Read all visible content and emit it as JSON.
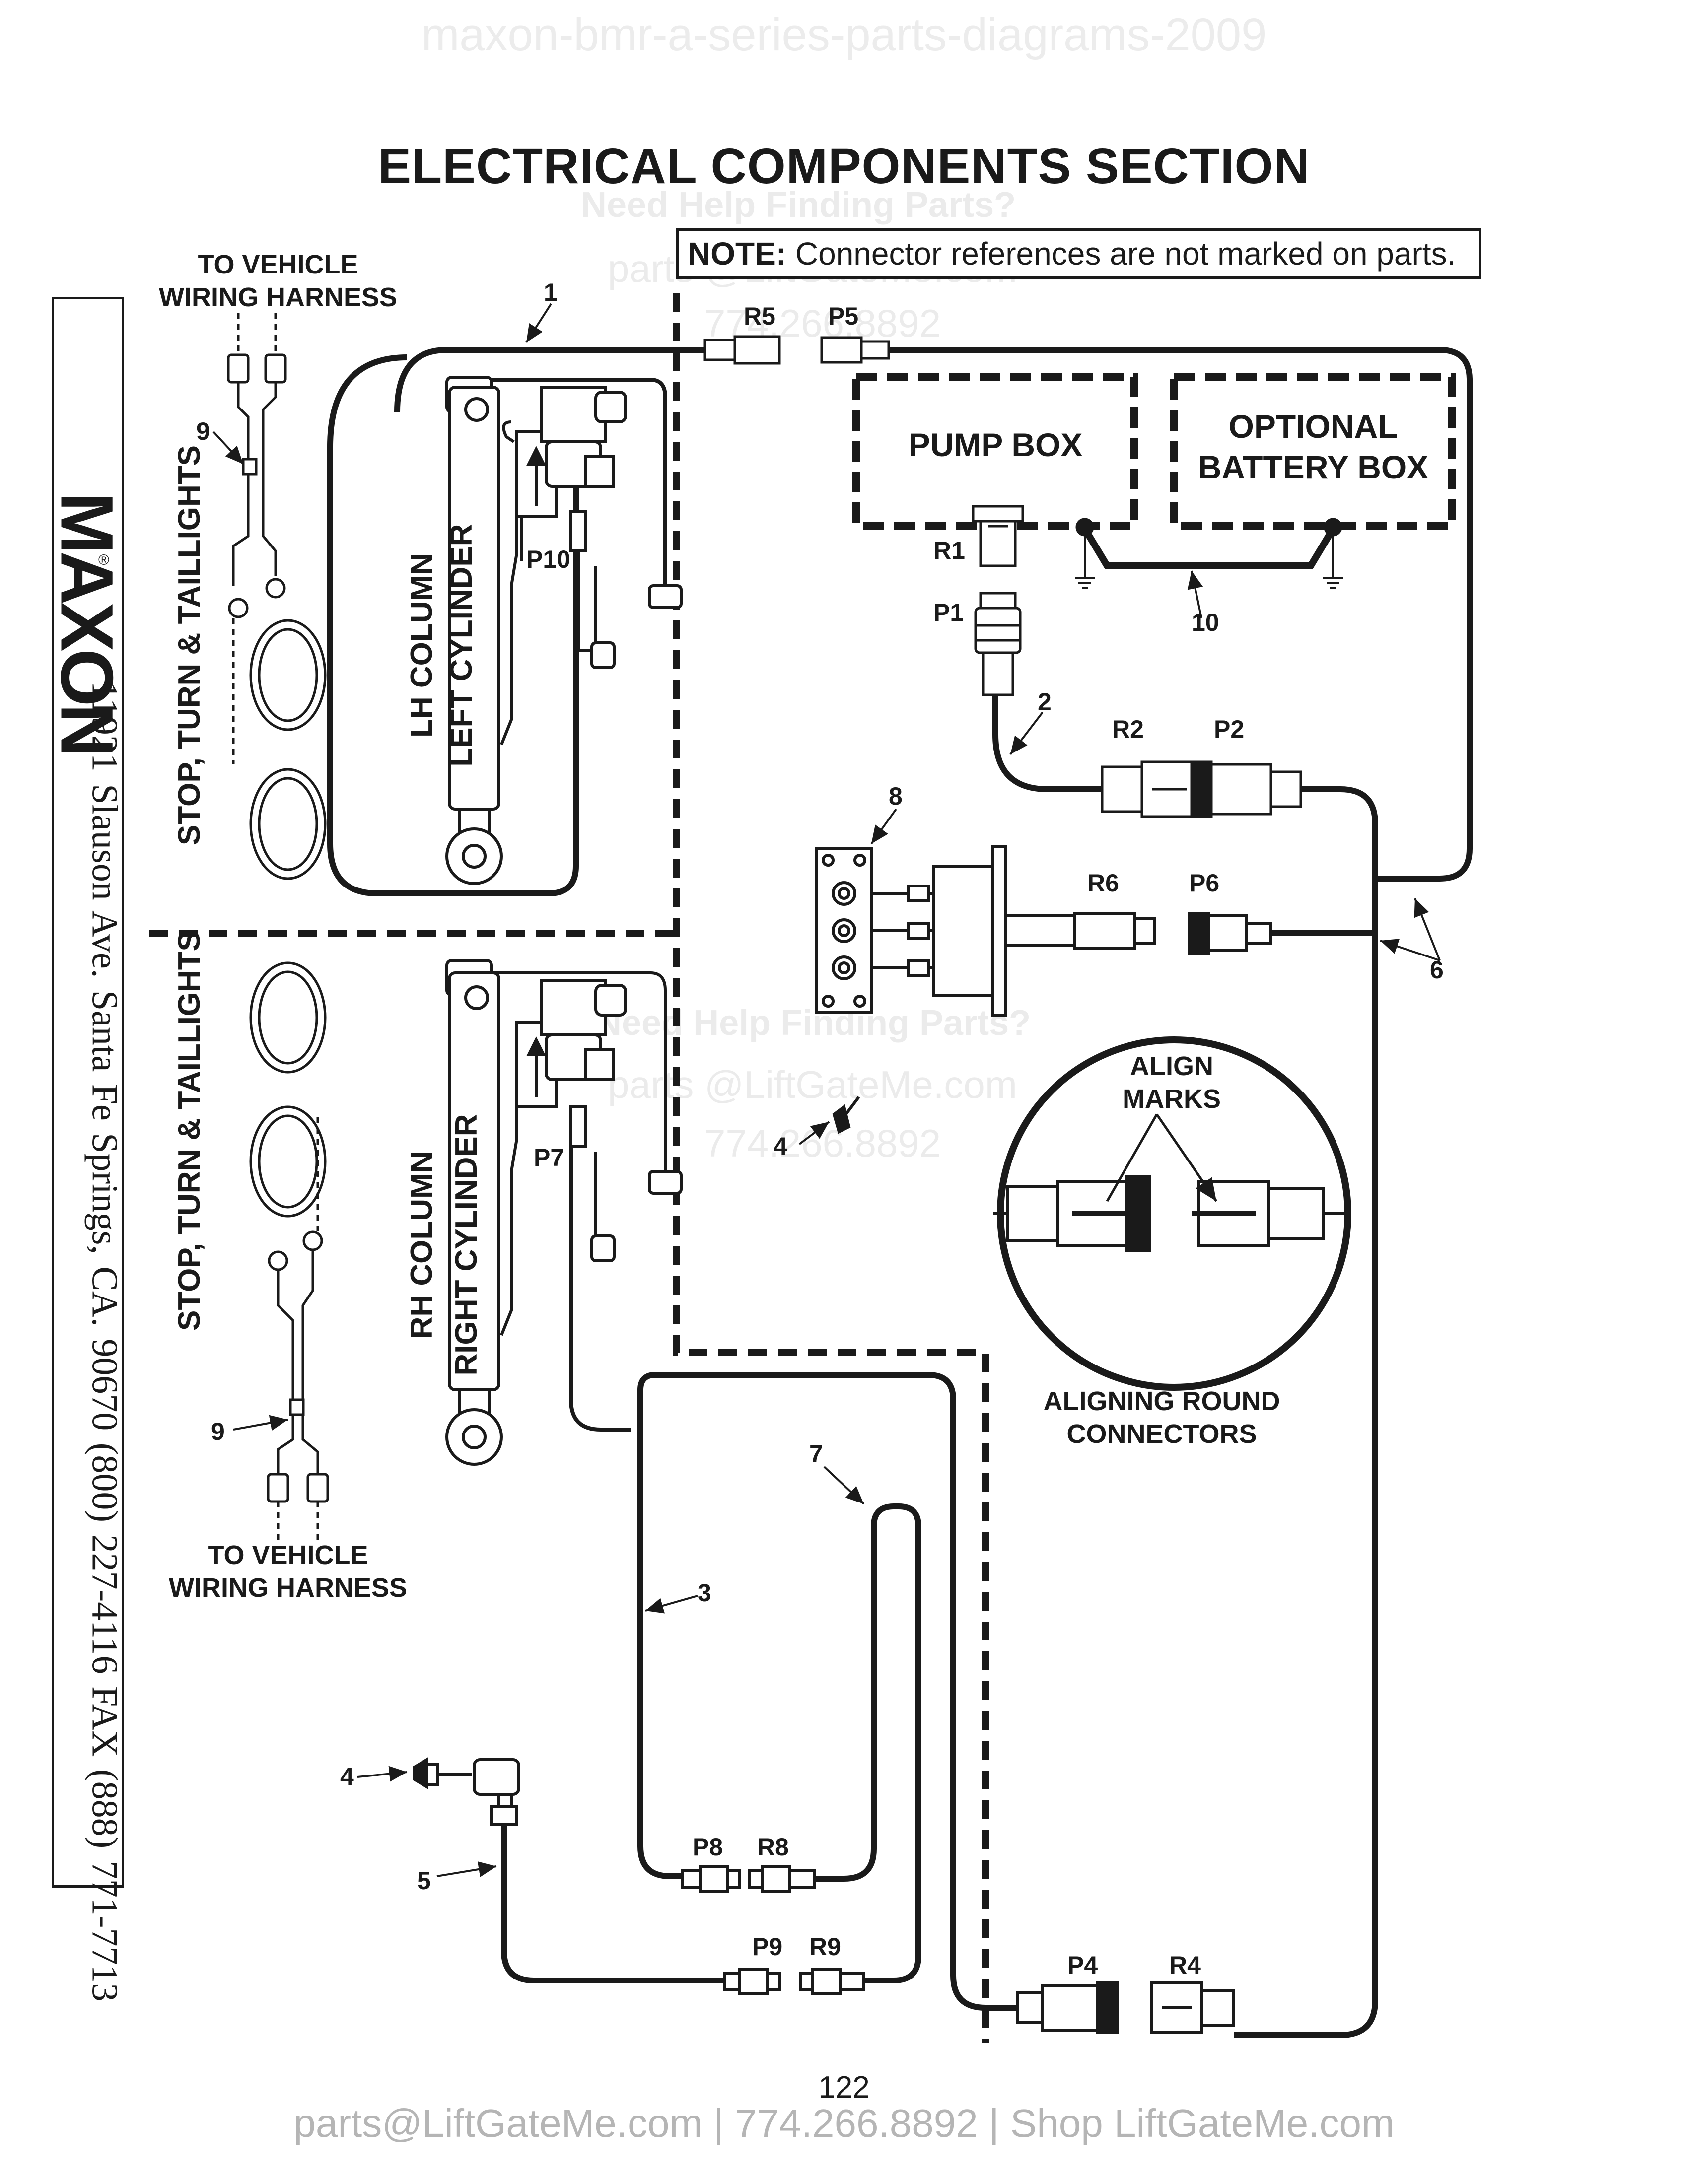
{
  "watermark_top": "maxon-bmr-a-series-parts-diagrams-2009",
  "title": "ELECTRICAL COMPONENTS SECTION",
  "note": {
    "prefix": "NOTE:",
    "text": " Connector references are not marked on parts."
  },
  "watermark_help": {
    "heading": "Need Help Finding Parts?",
    "email": "parts @LiftGateMe.com",
    "phone": "774.266.8892"
  },
  "labels": {
    "to_vehicle_top": [
      "TO VEHICLE",
      "WIRING HARNESS"
    ],
    "to_vehicle_bottom": [
      "TO VEHICLE",
      "WIRING HARNESS"
    ],
    "stop_turn_top": "STOP, TURN & TAILLIGHTS",
    "stop_turn_bottom": "STOP, TURN & TAILLIGHTS",
    "lh_column": [
      "LH COLUMN",
      "LEFT CYLINDER"
    ],
    "rh_column": [
      "RH COLUMN",
      "RIGHT CYLINDER"
    ],
    "pump_box": "PUMP BOX",
    "battery_box": [
      "OPTIONAL",
      "BATTERY BOX"
    ],
    "align_marks": [
      "ALIGN",
      "MARKS"
    ],
    "aligning": [
      "ALIGNING ROUND",
      "CONNECTORS"
    ]
  },
  "connectors": {
    "R5": "R5",
    "P5": "P5",
    "R1": "R1",
    "P1": "P1",
    "R2": "R2",
    "P2": "P2",
    "R6": "R6",
    "P6": "P6",
    "P10": "P10",
    "P7": "P7",
    "P8": "P8",
    "R8": "R8",
    "P9": "P9",
    "R9": "R9",
    "P4": "P4",
    "R4": "R4"
  },
  "callouts": {
    "n1": "1",
    "n2": "2",
    "n3": "3",
    "n4a": "4",
    "n4b": "4",
    "n5": "5",
    "n6": "6",
    "n7": "7",
    "n8": "8",
    "n9a": "9",
    "n9b": "9",
    "n10": "10"
  },
  "brand": {
    "name": "MAXON",
    "reg": "®",
    "address": "11921 Slauson Ave.  Santa Fe Springs, CA.  90670  (800) 227-4116  FAX (888) 771-7713"
  },
  "page_number": "122",
  "footer": "parts@LiftGateMe.com | 774.266.8892 | Shop LiftGateMe.com"
}
